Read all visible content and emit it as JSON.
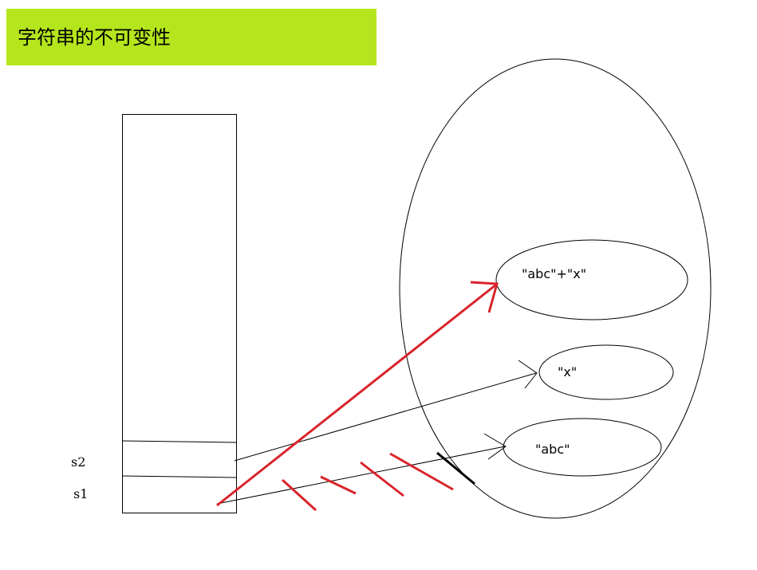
{
  "title": "字符串的不可变性",
  "stack": {
    "vars": [
      {
        "name": "s2"
      },
      {
        "name": "s1"
      }
    ]
  },
  "heap": {
    "objects": [
      {
        "text": "\"abc\"+\"x\""
      },
      {
        "text": "\"x\""
      },
      {
        "text": "\"abc\""
      }
    ]
  },
  "colors": {
    "title_background": "#b5e61d",
    "new_reference": "#d9252c",
    "cut_marks": "#d9252c",
    "old_reference": "#000000"
  }
}
